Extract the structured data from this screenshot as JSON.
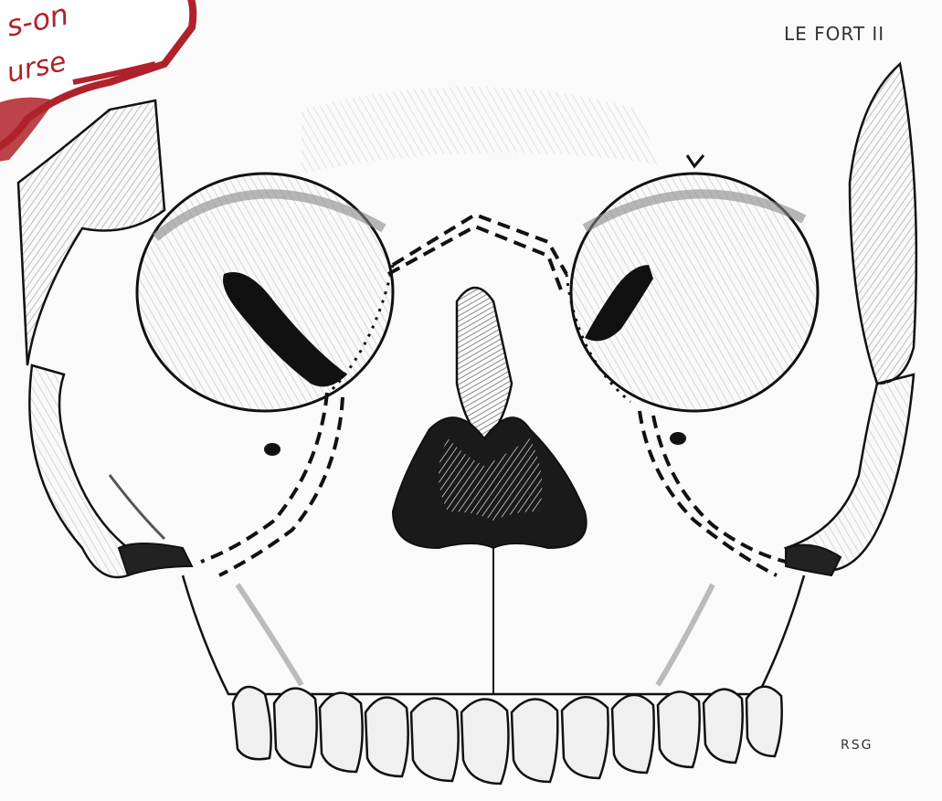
{
  "figure": {
    "title_label": "LE FORT II",
    "artist_initials": "RSG"
  },
  "stamp": {
    "line1": "s-on",
    "line2": "urse",
    "color": "#b0222a"
  },
  "colors": {
    "ink": "#111111",
    "shade_light": "#dcdcdc",
    "shade_mid": "#b8b8b8",
    "shade_dark": "#6a6a6a",
    "background": "#fafafa"
  }
}
